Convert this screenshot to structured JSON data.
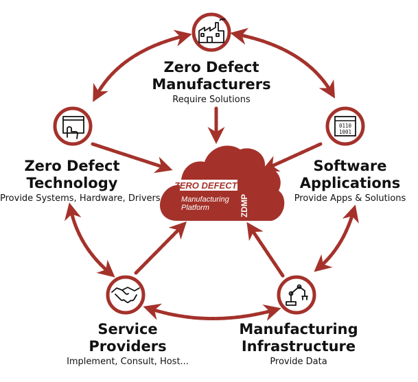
{
  "colors": {
    "accent": "#a4322b",
    "text": "#111111",
    "background": "#ffffff"
  },
  "center": {
    "brand": "ZERO DEFECTS",
    "line1": "Manufacturing",
    "line2": "Platform",
    "vertical": "ZDMP"
  },
  "nodes": {
    "manufacturers": {
      "title": "Zero Defect\nManufacturers",
      "subtitle": "Require Solutions",
      "icon": "factory-icon"
    },
    "software": {
      "title": "Software\nApplications",
      "subtitle": "Provide Apps & Solutions",
      "icon": "binary-code-icon"
    },
    "technology": {
      "title": "Zero Defect\nTechnology",
      "subtitle": "Provide Systems, Hardware, Drivers",
      "icon": "touch-screen-icon"
    },
    "services": {
      "title": "Service\nProviders",
      "subtitle": "Implement, Consult, Host...",
      "icon": "handshake-icon"
    },
    "infrastructure": {
      "title": "Manufacturing\nInfrastructure",
      "subtitle": "Provide Data",
      "icon": "robot-arm-icon"
    }
  }
}
